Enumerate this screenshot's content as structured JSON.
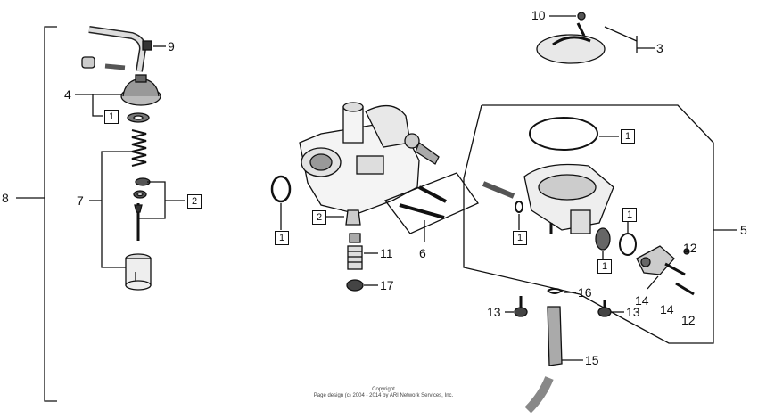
{
  "callouts": {
    "c1a": "1",
    "c1b": "1",
    "c1c": "1",
    "c1d": "1",
    "c1e": "1",
    "c1f": "1",
    "c2a": "2",
    "c2b": "2",
    "c3": "3",
    "c4": "4",
    "c5": "5",
    "c6": "6",
    "c7": "7",
    "c8": "8",
    "c9": "9",
    "c10": "10",
    "c11": "11",
    "c12a": "12",
    "c12b": "12",
    "c13a": "13",
    "c13b": "13",
    "c14a": "14",
    "c14b": "14",
    "c15": "15",
    "c16": "16",
    "c17": "17"
  },
  "footer": {
    "line1": "Copyright",
    "line2": "Page design (c) 2004 - 2014 by ARI Network Services, Inc."
  }
}
